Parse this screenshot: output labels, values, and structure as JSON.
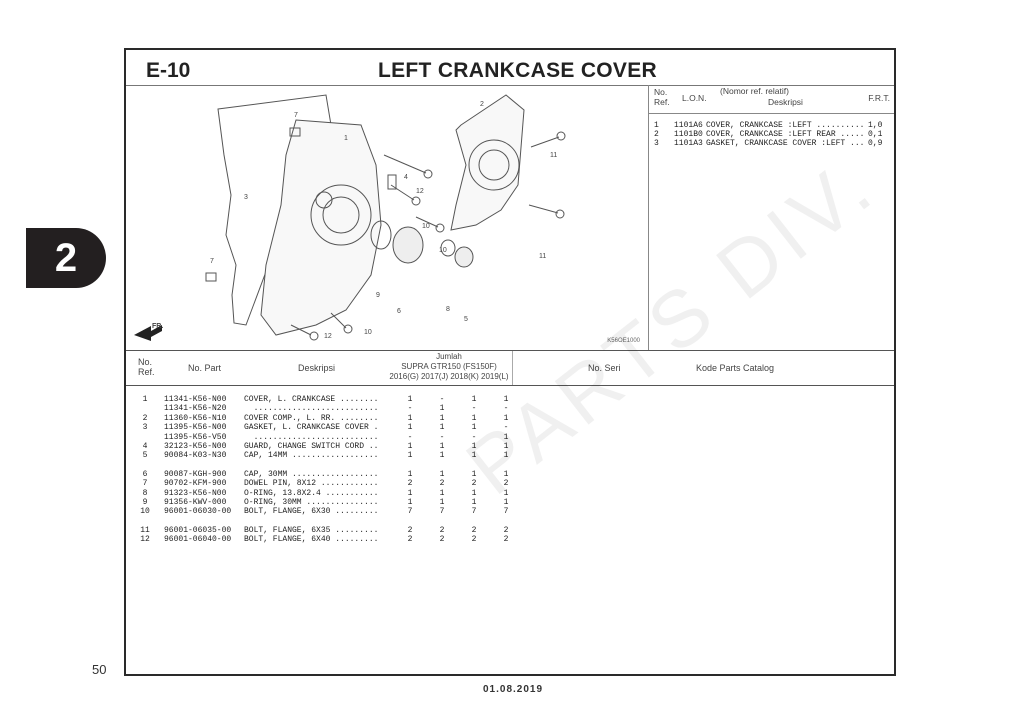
{
  "side_tab": {
    "label": "2"
  },
  "page": {
    "number": "50",
    "date": "01.08.2019"
  },
  "header": {
    "section_code": "E-10",
    "title": "LEFT CRANKCASE COVER"
  },
  "diagram": {
    "code": "K56OE1000",
    "front_arrow": "FR.",
    "callouts": [
      "1",
      "2",
      "3",
      "4",
      "5",
      "6",
      "7",
      "7",
      "8",
      "9",
      "10",
      "10",
      "10",
      "11",
      "11",
      "12",
      "12"
    ]
  },
  "frt": {
    "headers": {
      "no_ref": "No.\nRef.",
      "lon": "L.O.N.",
      "desc_line1": "(Nomor ref. relatif)",
      "desc_line2": "Deskripsi",
      "frt": "F.R.T."
    },
    "rows": [
      {
        "no": "1",
        "lon": "1101A6",
        "desc": "COVER, CRANKCASE :LEFT ..........",
        "frt": "1,0"
      },
      {
        "no": "2",
        "lon": "1101B0",
        "desc": "COVER, CRANKCASE :LEFT REAR .....",
        "frt": "0,1"
      },
      {
        "no": "3",
        "lon": "1101A3",
        "desc": "GASKET, CRANKCASE COVER :LEFT ...",
        "frt": "0,9"
      }
    ]
  },
  "parts": {
    "headers": {
      "no_ref": "No.\nRef.",
      "no_part": "No. Part",
      "deskripsi": "Deskripsi",
      "jumlah": "Jumlah",
      "model": "SUPRA GTR150 (FS150F)",
      "years": "2016(G)  2017(J)  2018(K)  2019(L)",
      "no_seri": "No. Seri",
      "kode": "Kode Parts Catalog"
    },
    "rows": [
      {
        "no": "1",
        "part": "11341-K56-N00",
        "desc": "COVER, L. CRANKCASE ........",
        "q": [
          "1",
          "-",
          "1",
          "1"
        ]
      },
      {
        "no": "",
        "part": "11341-K56-N20",
        "desc": "  ..........................",
        "q": [
          "-",
          "1",
          "-",
          "-"
        ]
      },
      {
        "no": "2",
        "part": "11360-K56-N10",
        "desc": "COVER COMP., L. RR. ........",
        "q": [
          "1",
          "1",
          "1",
          "1"
        ]
      },
      {
        "no": "3",
        "part": "11395-K56-N00",
        "desc": "GASKET, L. CRANKCASE COVER .",
        "q": [
          "1",
          "1",
          "1",
          "-"
        ]
      },
      {
        "no": "",
        "part": "11395-K56-V50",
        "desc": "  ..........................",
        "q": [
          "-",
          "-",
          "-",
          "1"
        ]
      },
      {
        "no": "4",
        "part": "32123-K56-N00",
        "desc": "GUARD, CHANGE SWITCH CORD ..",
        "q": [
          "1",
          "1",
          "1",
          "1"
        ]
      },
      {
        "no": "5",
        "part": "90084-K03-N30",
        "desc": "CAP, 14MM ..................",
        "q": [
          "1",
          "1",
          "1",
          "1"
        ]
      },
      {
        "no": "6",
        "part": "90087-KGH-900",
        "desc": "CAP, 30MM ..................",
        "q": [
          "1",
          "1",
          "1",
          "1"
        ],
        "gap": true
      },
      {
        "no": "7",
        "part": "90702-KFM-900",
        "desc": "DOWEL PIN, 8X12 ............",
        "q": [
          "2",
          "2",
          "2",
          "2"
        ]
      },
      {
        "no": "8",
        "part": "91323-K56-N00",
        "desc": "O-RING, 13.8X2.4 ...........",
        "q": [
          "1",
          "1",
          "1",
          "1"
        ]
      },
      {
        "no": "9",
        "part": "91356-KWV-000",
        "desc": "O-RING, 30MM ...............",
        "q": [
          "1",
          "1",
          "1",
          "1"
        ]
      },
      {
        "no": "10",
        "part": "96001-06030-00",
        "desc": "BOLT, FLANGE, 6X30 .........",
        "q": [
          "7",
          "7",
          "7",
          "7"
        ]
      },
      {
        "no": "11",
        "part": "96001-06035-00",
        "desc": "BOLT, FLANGE, 6X35 .........",
        "q": [
          "2",
          "2",
          "2",
          "2"
        ],
        "gap": true
      },
      {
        "no": "12",
        "part": "96001-06040-00",
        "desc": "BOLT, FLANGE, 6X40 .........",
        "q": [
          "2",
          "2",
          "2",
          "2"
        ]
      }
    ]
  },
  "watermark": "PARTS DIV."
}
